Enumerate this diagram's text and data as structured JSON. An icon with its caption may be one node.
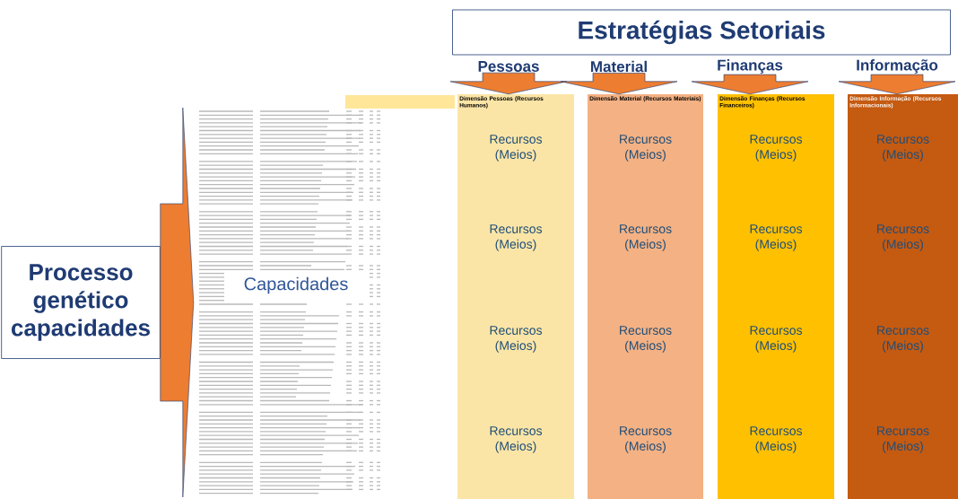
{
  "diagram": {
    "nodes": [
      {
        "text": [
          "Estratégias Setoriais"
        ]
      },
      {
        "text": [
          "Pessoas"
        ]
      },
      {
        "text": [
          "Material"
        ]
      },
      {
        "text": [
          "Finanças"
        ]
      },
      {
        "text": [
          "Informação"
        ]
      },
      {
        "text": [
          "Processo genético capacidades"
        ]
      },
      {
        "text": [
          "Capacidades"
        ]
      },
      {
        "text": [
          "Dimensão Pessoas (Recursos Humanos)",
          "Recursos (Meios)",
          "Recursos (Meios)",
          "Recursos (Meios)",
          "Recursos (Meios)"
        ]
      },
      {
        "text": [
          "Dimensão Material (Recursos Materiais)",
          "Recursos (Meios)",
          "Recursos (Meios)",
          "Recursos (Meios)",
          "Recursos (Meios)"
        ]
      },
      {
        "text": [
          "Dimensão Finanças (Recursos Financeiros)",
          "Recursos (Meios)",
          "Recursos (Meios)",
          "Recursos (Meios)",
          "Recursos (Meios)"
        ]
      },
      {
        "text": [
          "Dimensão Informação (Recursos Informacionais)",
          "Recursos (Meios)",
          "Recursos (Meios)",
          "Recursos (Meios)",
          "Recursos (Meios)"
        ]
      }
    ],
    "edges": [
      {
        "from": 1,
        "to": 7,
        "arrow": "to"
      },
      {
        "from": 2,
        "to": 8,
        "arrow": "to"
      },
      {
        "from": 3,
        "to": 9,
        "arrow": "to"
      },
      {
        "from": 4,
        "to": 10,
        "arrow": "to"
      },
      {
        "from": 5,
        "to": 6,
        "arrow": "to"
      }
    ]
  }
}
